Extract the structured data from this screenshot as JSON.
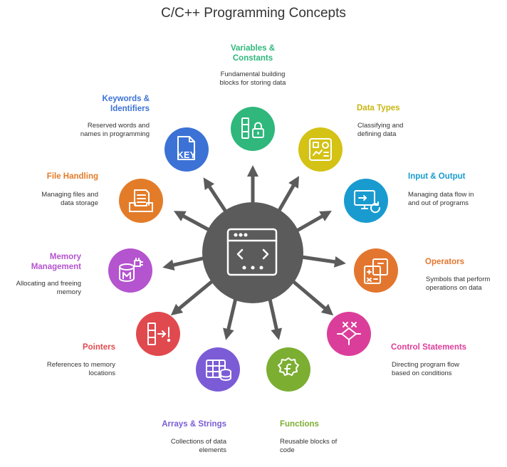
{
  "title": "C/C++ Programming Concepts",
  "colors": {
    "hub": "#5b5b5b",
    "variables": "#2fb77c",
    "data_types": "#d4c214",
    "io": "#1a9bd0",
    "operators": "#e3762e",
    "control": "#db3e9a",
    "functions": "#7cae32",
    "arrays": "#7b5cd6",
    "pointers": "#e04a4f",
    "memory": "#b454cf",
    "files": "#e37c29",
    "keywords": "#3c72d6"
  },
  "concepts": {
    "variables": {
      "title_line1": "Variables &",
      "title_line2": "Constants",
      "desc_line1": "Fundamental building",
      "desc_line2": "blocks for storing data",
      "icon": "variable-lock-icon"
    },
    "data_types": {
      "title": "Data Types",
      "desc_line1": "Classifying and",
      "desc_line2": "defining data",
      "icon": "data-types-icon"
    },
    "io": {
      "title": "Input & Output",
      "desc_line1": "Managing data flow in",
      "desc_line2": "and out of programs",
      "icon": "monitor-refresh-icon"
    },
    "operators": {
      "title": "Operators",
      "desc_line1": "Symbols that perform",
      "desc_line2": "operations on data",
      "icon": "calculator-icon"
    },
    "control": {
      "title": "Control Statements",
      "desc_line1": "Directing program flow",
      "desc_line2": "based on conditions",
      "icon": "decision-branch-icon"
    },
    "functions": {
      "title": "Functions",
      "desc_line1": "Reusable blocks of",
      "desc_line2": "code",
      "icon": "function-gear-icon"
    },
    "arrays": {
      "title": "Arrays & Strings",
      "desc_line1": "Collections of data",
      "desc_line2": "elements",
      "icon": "table-database-icon"
    },
    "pointers": {
      "title": "Pointers",
      "desc_line1": "References to memory",
      "desc_line2": "locations",
      "icon": "pointer-arrow-icon"
    },
    "memory": {
      "title_line1": "Memory",
      "title_line2": "Management",
      "desc_line1": "Allocating and freeing",
      "desc_line2": "memory",
      "icon": "memory-chip-icon"
    },
    "files": {
      "title": "File Handling",
      "desc_line1": "Managing files and",
      "desc_line2": "data storage",
      "icon": "file-tray-icon"
    },
    "keywords": {
      "title_line1": "Keywords &",
      "title_line2": "Identifiers",
      "desc_line1": "Reserved words and",
      "desc_line2": "names in programming",
      "icon": "key-file-icon",
      "icon_text": "KEY"
    }
  }
}
